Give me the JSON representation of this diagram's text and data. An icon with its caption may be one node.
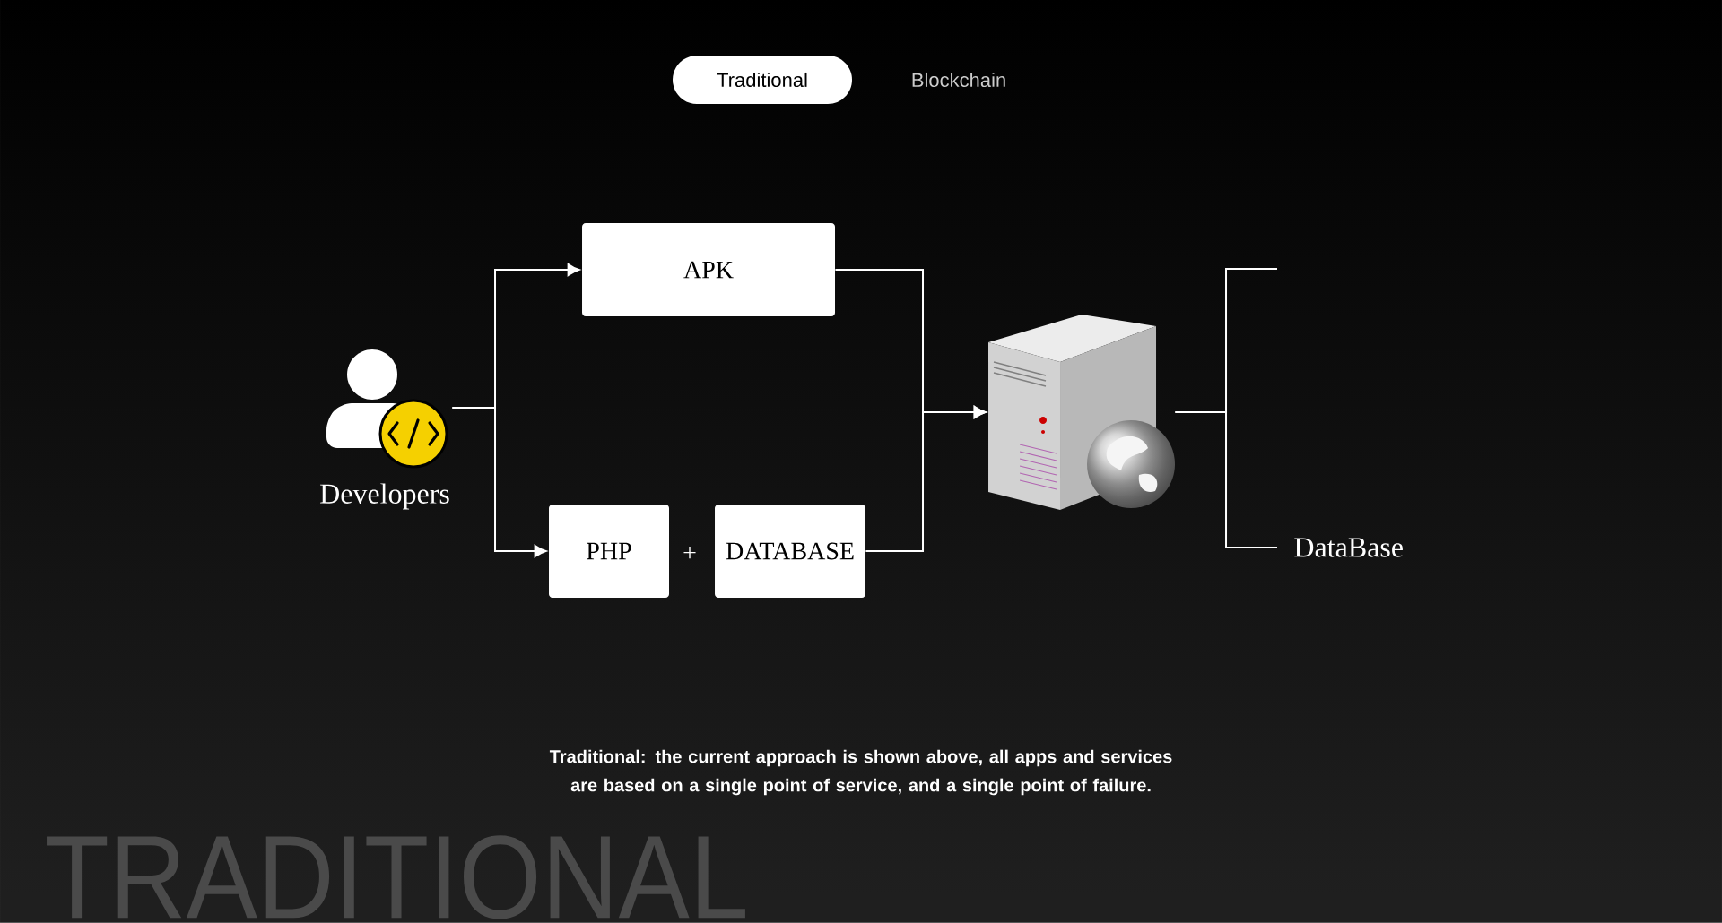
{
  "diagram": {
    "caption": "Traditional: the current approach is shown above, all apps and services are based on a single point of service, and a single point of failure.",
    "nodes": [
      {
        "text": [
          "Developers"
        ]
      },
      {
        "text": [
          "APK"
        ]
      },
      {
        "text": [
          "PHP"
        ]
      },
      {
        "text": [
          "DATABASE"
        ]
      },
      {
        "text": [],
        "shape": "picture"
      },
      {
        "text": [
          "DataBase"
        ]
      }
    ],
    "edges": [
      {
        "from": 0,
        "to": 1,
        "arrow": "to"
      },
      {
        "from": 0,
        "to": 2,
        "arrow": "to"
      },
      {
        "from": 1,
        "to": 4,
        "arrow": "to"
      },
      {
        "from": 3,
        "to": 4,
        "arrow": "to"
      },
      {
        "from": 4,
        "to": null,
        "arrow": "none"
      },
      {
        "from": 4,
        "to": 5,
        "arrow": "none"
      }
    ],
    "labels": [
      "Traditional",
      "Blockchain",
      "+",
      "TRADITIONAL"
    ]
  }
}
